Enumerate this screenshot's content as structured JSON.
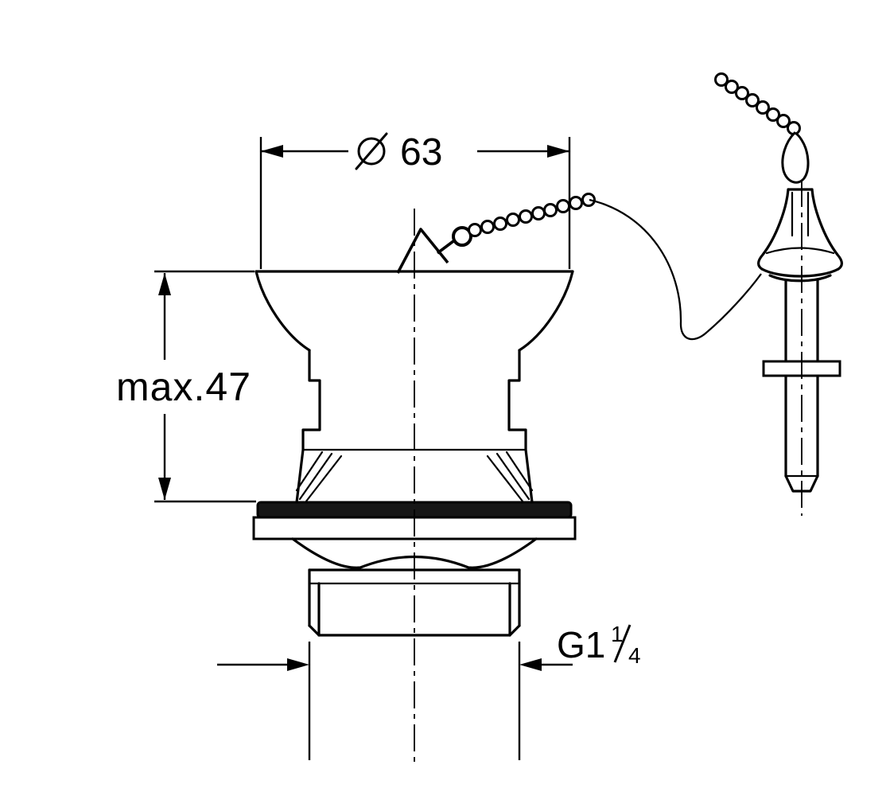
{
  "diagram": {
    "colors": {
      "line": "#000000",
      "background": "#ffffff",
      "gasket_fill": "#161616"
    },
    "dimensions": {
      "diameter": {
        "symbol": "⌀",
        "value": "63"
      },
      "height": {
        "label": "max.47"
      },
      "thread": {
        "prefix": "G1",
        "fraction_numerator": "1",
        "fraction_denominator": "4"
      }
    }
  }
}
